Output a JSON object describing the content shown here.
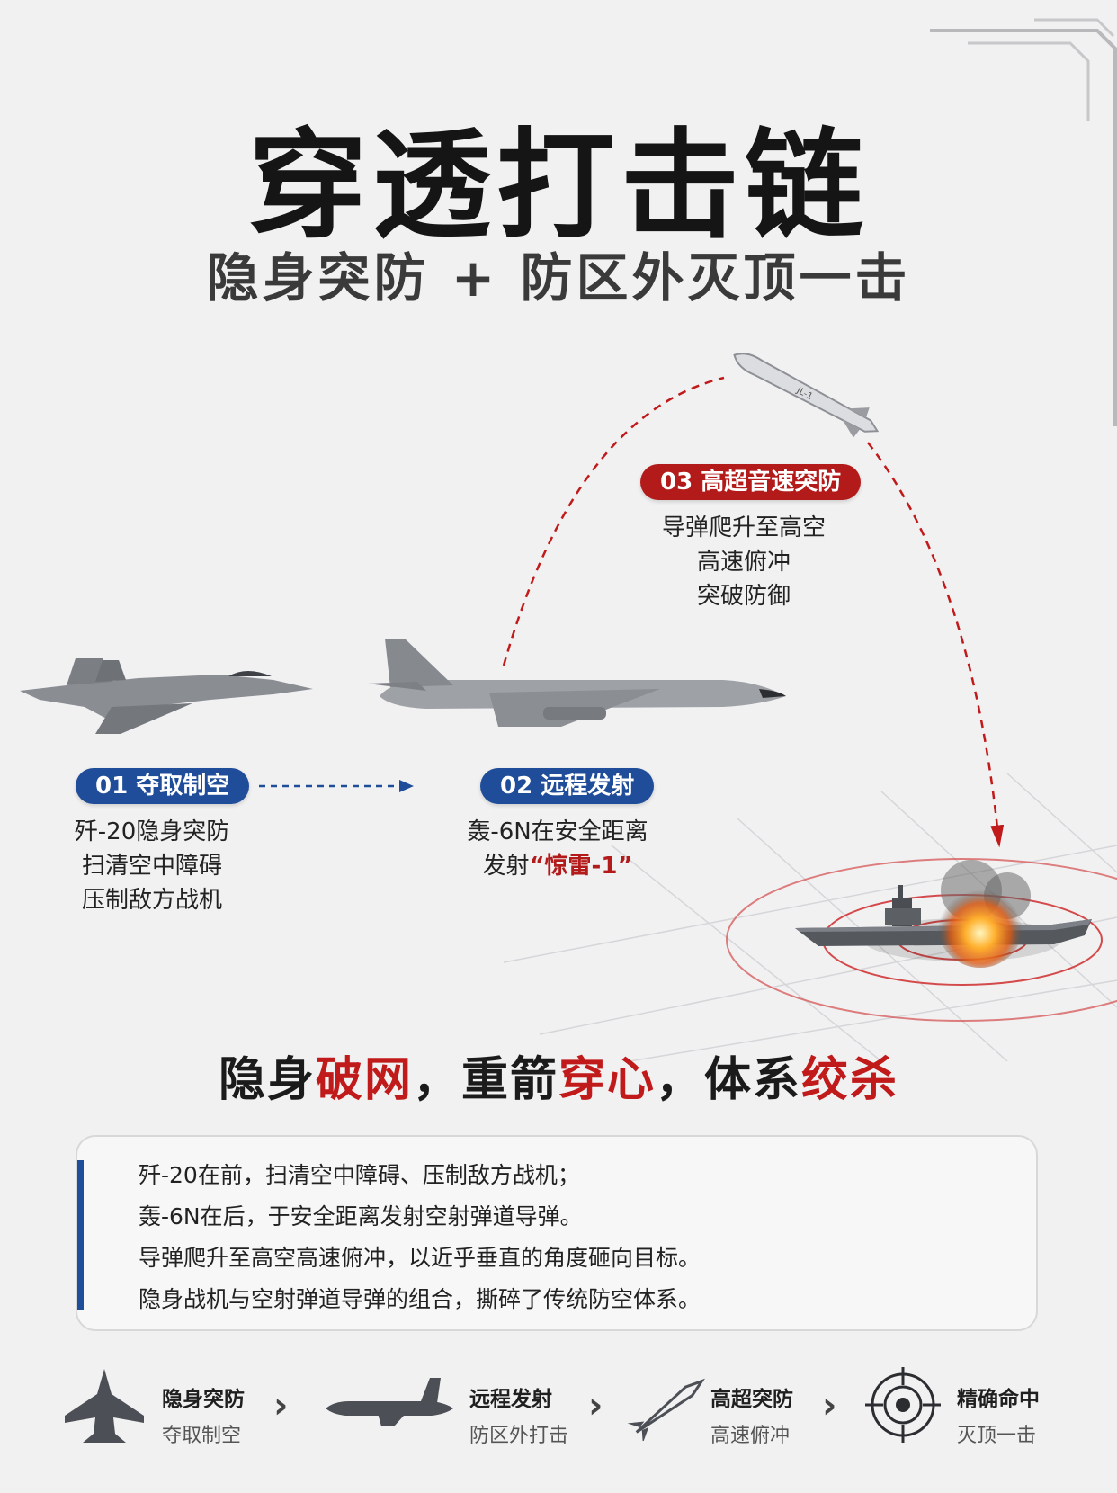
{
  "title": "穿透打击链",
  "subtitle": "隐身突防 + 防区外灭顶一击",
  "stages": [
    {
      "label": "01 夺取制空",
      "lines": [
        "歼-20隐身突防",
        "扫清空中障碍",
        "压制敌方战机"
      ]
    },
    {
      "label": "02 远程发射",
      "lines": [
        "轰-6N在安全距离"
      ],
      "line2_prefix": "发射",
      "line2_highlight": "“惊雷-1”"
    },
    {
      "label": "03 高超音速突防",
      "lines": [
        "导弹爬升至高空",
        "高速俯冲",
        "突破防御"
      ]
    }
  ],
  "slogan": {
    "p1": "隐身",
    "r1": "破网",
    "p2": "，重箭",
    "r2": "穿心",
    "p3": "，体系",
    "r3": "绞杀"
  },
  "summary": [
    "歼-20在前，扫清空中障碍、压制敌方战机；",
    "轰-6N在后，于安全距离发射空射弹道导弹。",
    "导弹爬升至高空高速俯冲，以近乎垂直的角度砸向目标。",
    "隐身战机与空射弹道导弹的组合，撕碎了传统防空体系。"
  ],
  "steps": [
    {
      "title": "隐身突防",
      "sub": "夺取制空",
      "icon": "stealth-fighter-icon"
    },
    {
      "title": "远程发射",
      "sub": "防区外打击",
      "icon": "bomber-icon"
    },
    {
      "title": "高超突防",
      "sub": "高速俯冲",
      "icon": "missile-icon"
    },
    {
      "title": "精确命中",
      "sub": "灭顶一击",
      "icon": "crosshair-target-icon"
    }
  ],
  "missile_marking": "JL-1",
  "colors": {
    "blue": "#1f4d99",
    "red": "#b31b1b",
    "background": "#f1f1f2"
  }
}
